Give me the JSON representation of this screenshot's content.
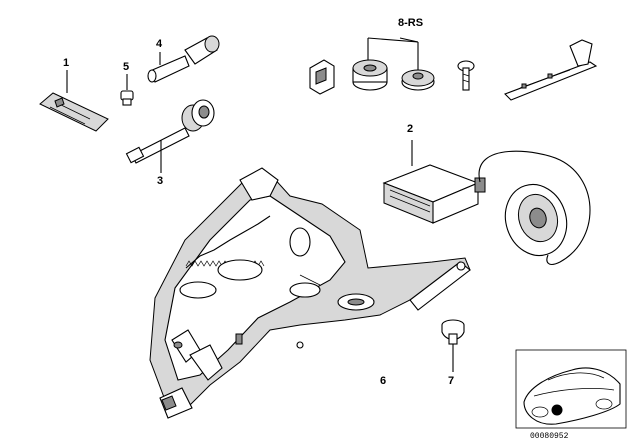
{
  "callouts": {
    "c1": "1",
    "c2": "2",
    "c3": "3",
    "c4": "4",
    "c5": "5",
    "c6": "6",
    "c7": "7",
    "c8": "8-RS"
  },
  "diagram_code": "00080952"
}
